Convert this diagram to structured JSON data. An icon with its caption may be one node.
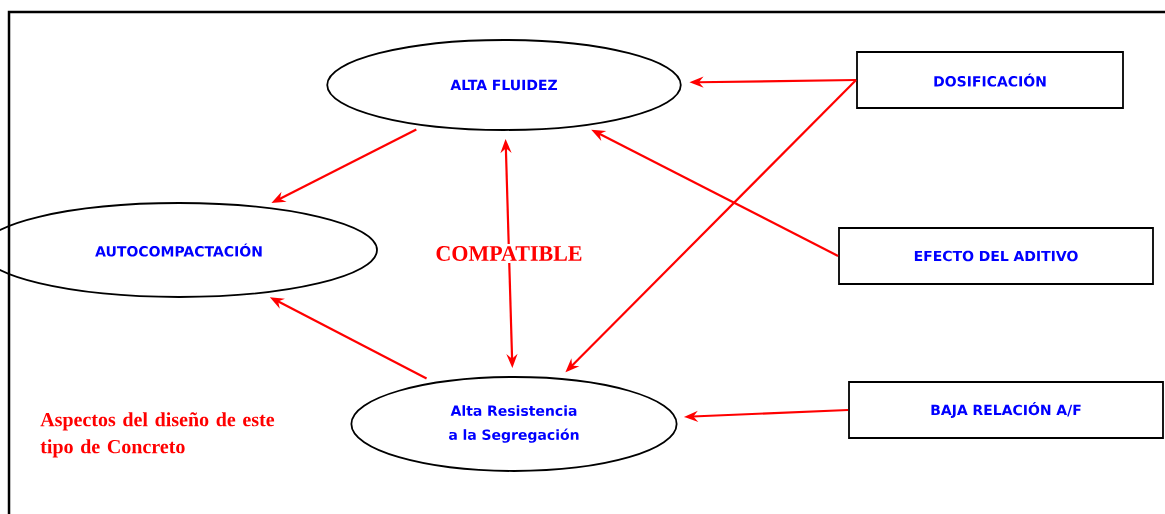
{
  "diagram": {
    "nodes": [
      {
        "text": [
          "ALTA FLUIDEZ"
        ]
      },
      {
        "text": [
          "DOSIFICACIÓN"
        ]
      },
      {
        "text": [
          "AUTOCOMPACTACIÓN"
        ]
      },
      {
        "text": [
          "EFECTO DEL ADITIVO"
        ]
      },
      {
        "text": [
          "Alta Resistencia a la Segregación"
        ]
      },
      {
        "text": [
          "BAJA RELACIÓN A/F"
        ]
      }
    ],
    "edges": [
      {
        "from": 0,
        "to": 2,
        "arrow": "to"
      },
      {
        "from": 1,
        "to": 0,
        "arrow": "to"
      },
      {
        "from": 1,
        "to": 4,
        "arrow": "to"
      },
      {
        "from": 3,
        "to": 0,
        "arrow": "to"
      },
      {
        "from": 0,
        "to": 4,
        "arrow": "both",
        "label": "COMPATIBLE"
      },
      {
        "from": 5,
        "to": 4,
        "arrow": "to"
      },
      {
        "from": 4,
        "to": 2,
        "arrow": "to"
      }
    ],
    "labels": [
      "Aspectos del diseño de este tipo de Concreto"
    ]
  }
}
